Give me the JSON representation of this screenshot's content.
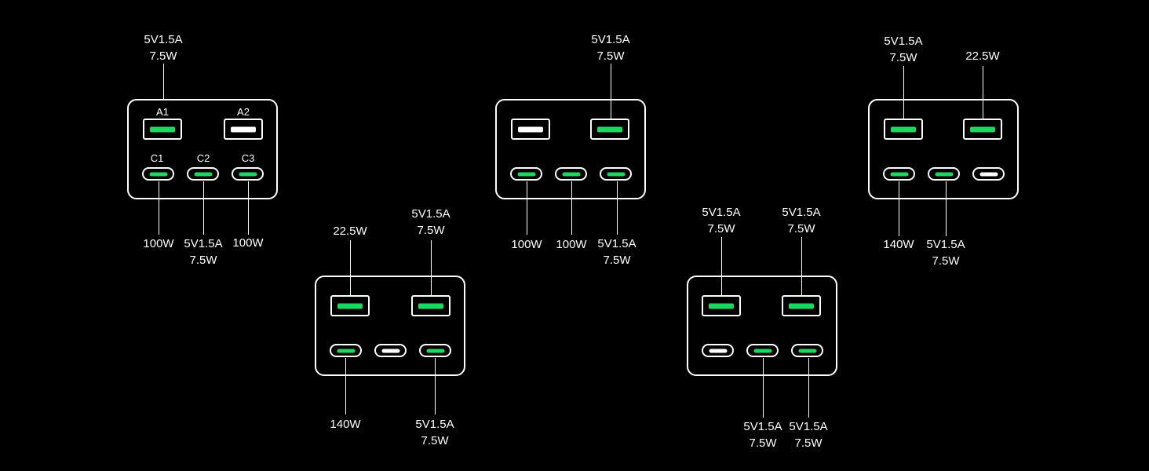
{
  "colors": {
    "background": "#000000",
    "outline": "#ffffff",
    "active_port": "#1ed760",
    "idle_port": "#ffffff"
  },
  "diagrams": [
    {
      "port_ids": {
        "a1": "A1",
        "a2": "A2",
        "c1": "C1",
        "c2": "C2",
        "c3": "C3"
      },
      "ports": [
        {
          "type": "usb-a",
          "active": true
        },
        {
          "type": "usb-a",
          "active": false
        },
        {
          "type": "usb-c",
          "active": true
        },
        {
          "type": "usb-c",
          "active": true
        },
        {
          "type": "usb-c",
          "active": true
        }
      ],
      "labels": {
        "a1": "5V1.5A\n7.5W",
        "c1": "100W",
        "c2": "5V1.5A\n7.5W",
        "c3": "100W"
      }
    },
    {
      "ports": [
        {
          "type": "usb-a",
          "active": true
        },
        {
          "type": "usb-a",
          "active": true
        },
        {
          "type": "usb-c",
          "active": true
        },
        {
          "type": "usb-c",
          "active": false
        },
        {
          "type": "usb-c",
          "active": true
        }
      ],
      "labels": {
        "a1": "22.5W",
        "a2": "5V1.5A\n7.5W",
        "c1": "140W",
        "c3": "5V1.5A\n7.5W"
      }
    },
    {
      "ports": [
        {
          "type": "usb-a",
          "active": false
        },
        {
          "type": "usb-a",
          "active": true
        },
        {
          "type": "usb-c",
          "active": true
        },
        {
          "type": "usb-c",
          "active": true
        },
        {
          "type": "usb-c",
          "active": true
        }
      ],
      "labels": {
        "a2": "5V1.5A\n7.5W",
        "c1": "100W",
        "c2": "100W",
        "c3": "5V1.5A\n7.5W"
      }
    },
    {
      "ports": [
        {
          "type": "usb-a",
          "active": true
        },
        {
          "type": "usb-a",
          "active": true
        },
        {
          "type": "usb-c",
          "active": false
        },
        {
          "type": "usb-c",
          "active": true
        },
        {
          "type": "usb-c",
          "active": true
        }
      ],
      "labels": {
        "a1": "5V1.5A\n7.5W",
        "a2": "5V1.5A\n7.5W",
        "c2": "5V1.5A\n7.5W",
        "c3": "5V1.5A\n7.5W"
      }
    },
    {
      "ports": [
        {
          "type": "usb-a",
          "active": true
        },
        {
          "type": "usb-a",
          "active": true
        },
        {
          "type": "usb-c",
          "active": true
        },
        {
          "type": "usb-c",
          "active": true
        },
        {
          "type": "usb-c",
          "active": false
        }
      ],
      "labels": {
        "a1": "5V1.5A\n7.5W",
        "a2": "22.5W",
        "c1": "140W",
        "c2": "5V1.5A\n7.5W"
      }
    }
  ]
}
